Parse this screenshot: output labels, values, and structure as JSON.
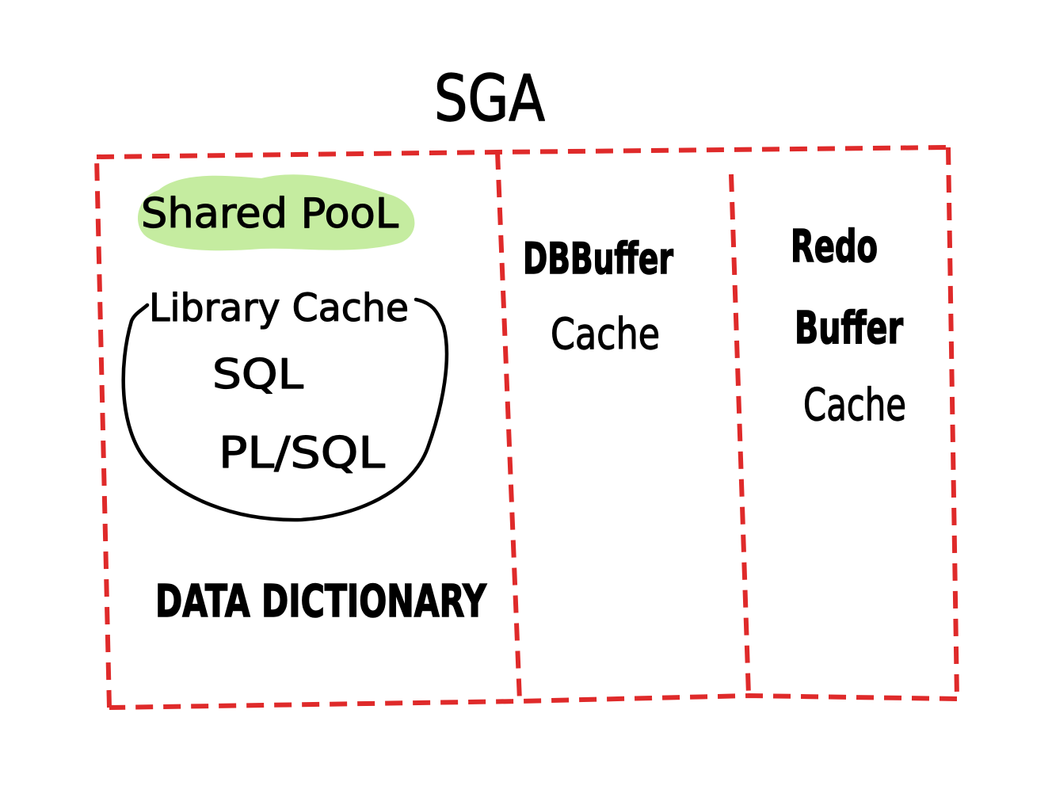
{
  "title": "SGA",
  "colors": {
    "border": "#df2a2a",
    "highlight": "#c5eca0",
    "ink": "#000000"
  },
  "shared_pool": {
    "label": "Shared PooL",
    "library_cache": {
      "label": "Library Cache",
      "items": [
        "SQL",
        "PL/SQL"
      ]
    },
    "data_dictionary": "DATA DICTIONARY"
  },
  "db_buffer_cache": {
    "lines": [
      "DBBuffer",
      "Cache"
    ]
  },
  "redo_buffer_cache": {
    "lines": [
      "Redo",
      "Buffer",
      "Cache"
    ]
  }
}
